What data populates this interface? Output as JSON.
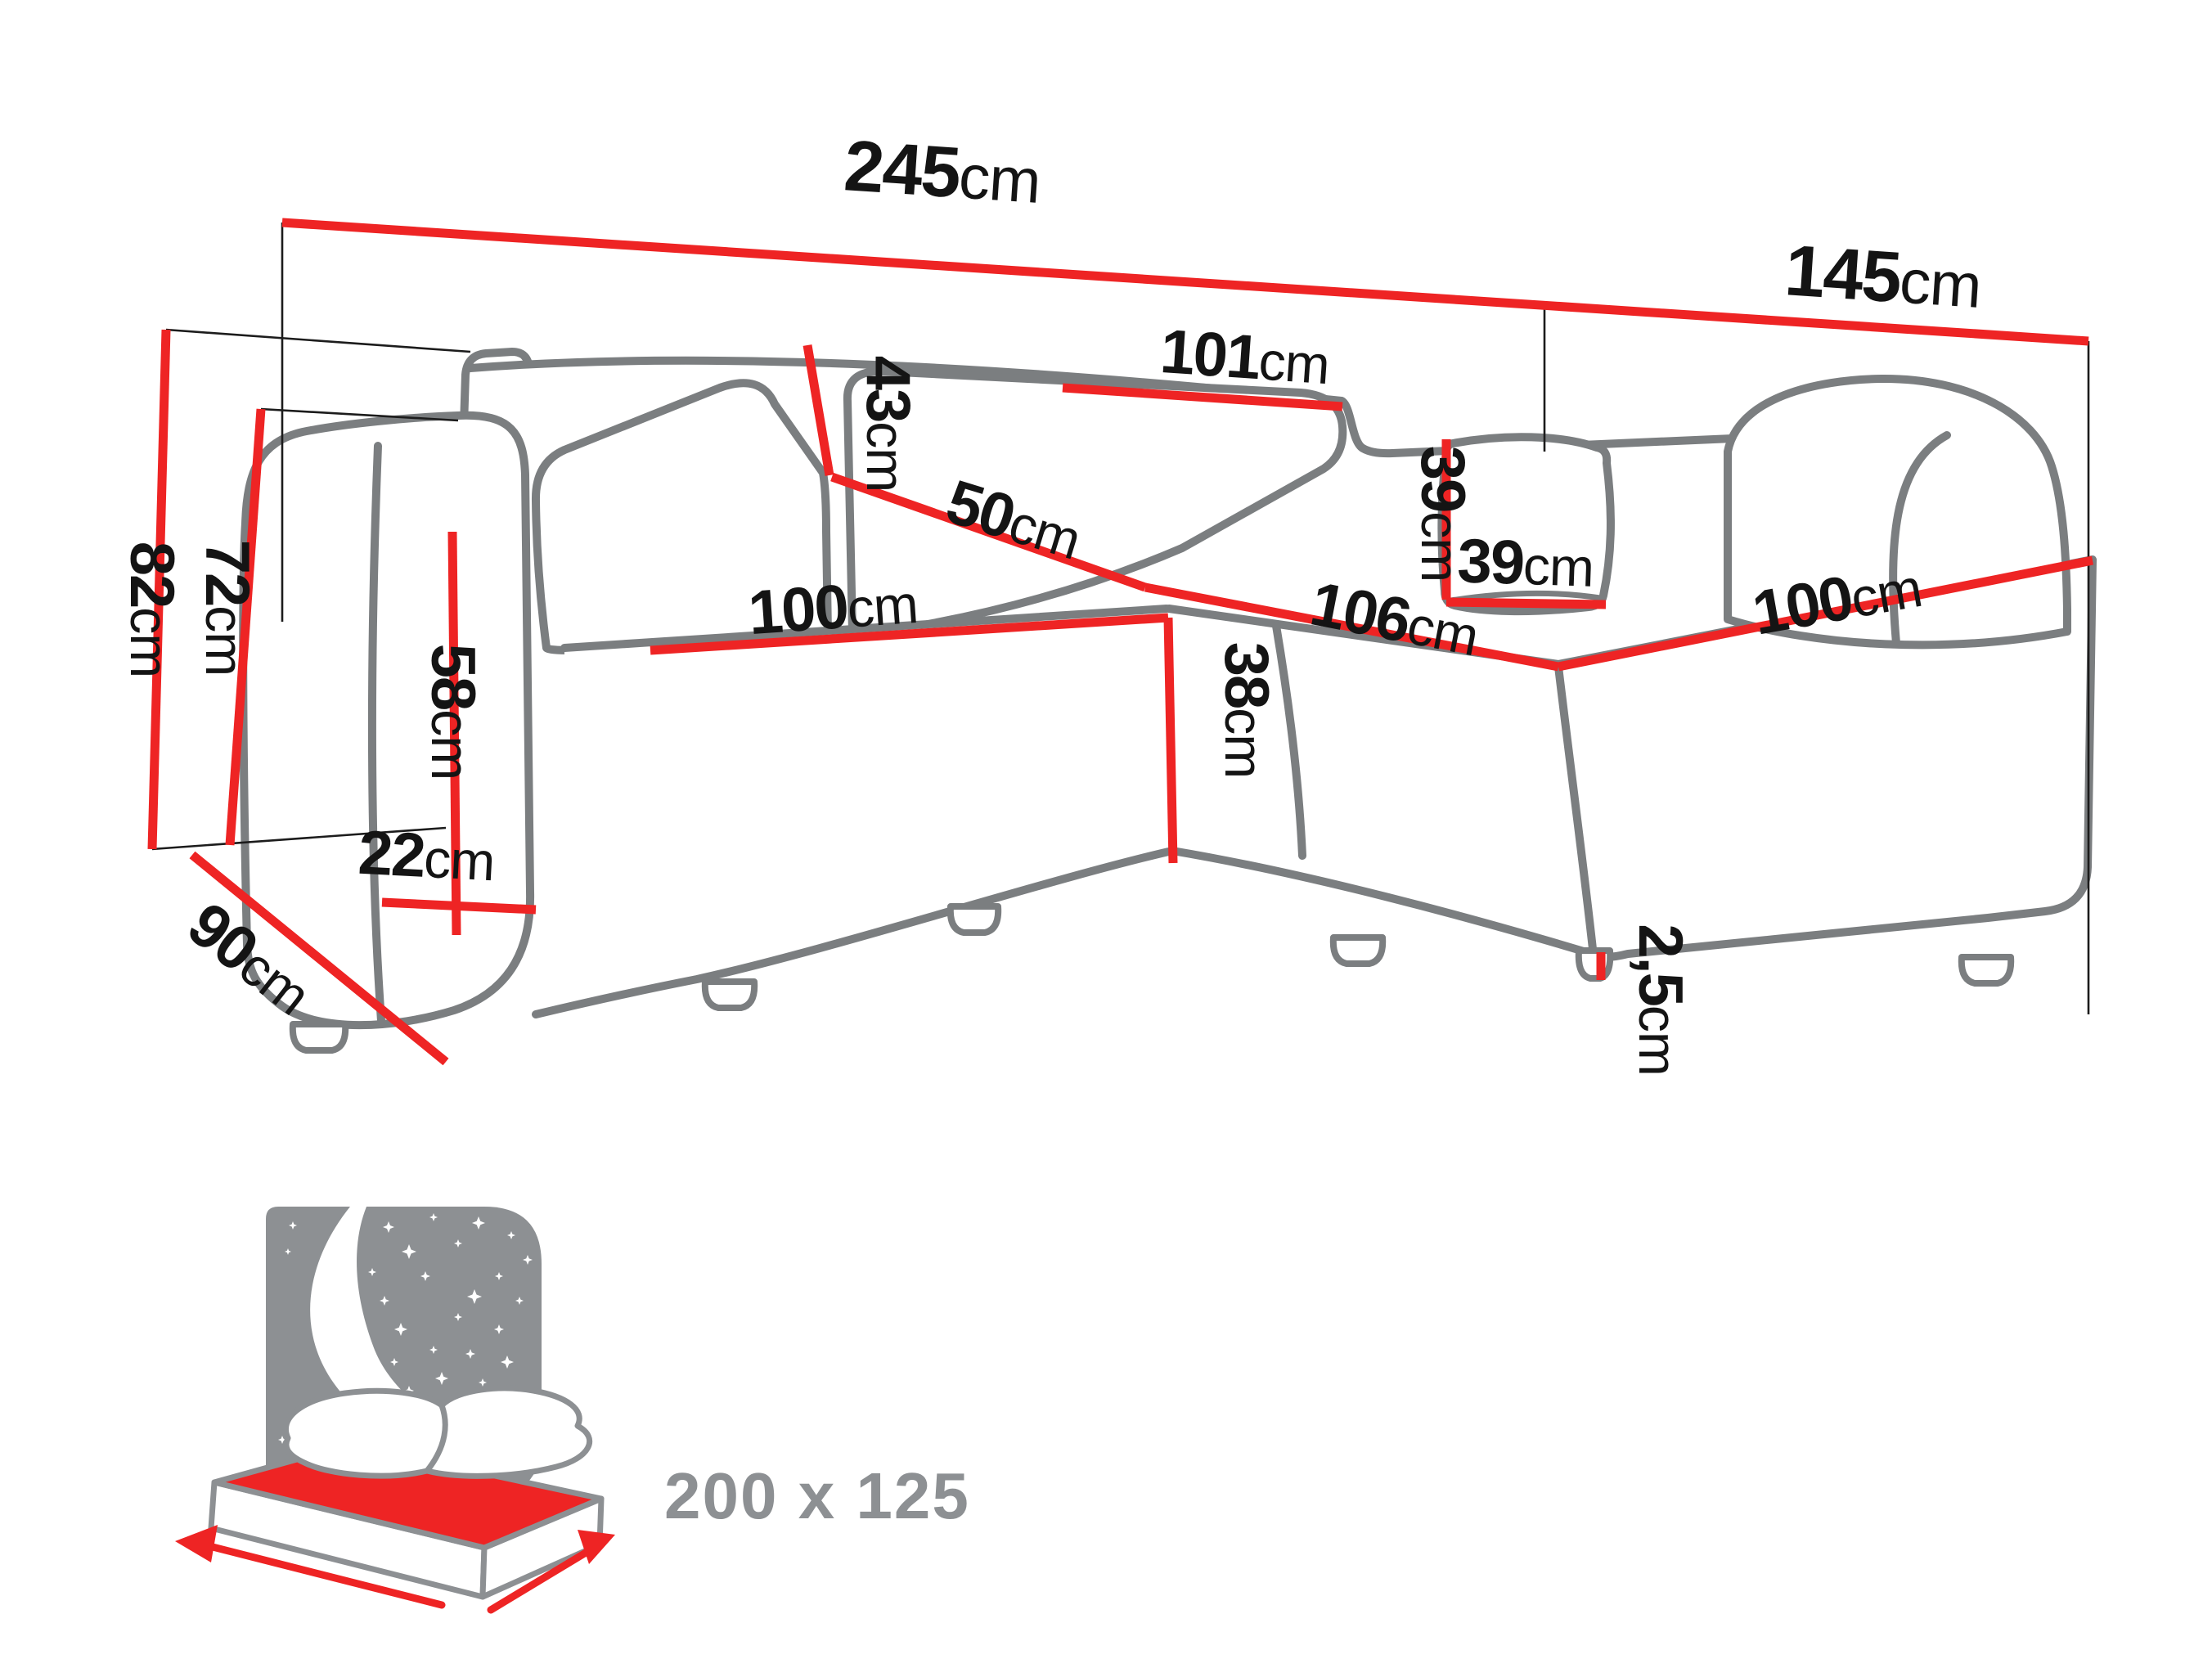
{
  "title": "Corner sofa with sleeping function - dimension diagram",
  "colors": {
    "dimension_line_red": "#ee2424",
    "sofa_outline_grey": "#7b7e80",
    "label_black": "#141414",
    "icon_grey": "#8d9093",
    "background": "#ffffff"
  },
  "dimensions": {
    "total_width": {
      "num": "245",
      "unit": "cm"
    },
    "total_depth": {
      "num": "145",
      "unit": "cm"
    },
    "back_section_width": {
      "num": "101",
      "unit": "cm"
    },
    "backrest_cushion_height": {
      "num": "43",
      "unit": "cm"
    },
    "corner_seat_depth": {
      "num": "50",
      "unit": "cm"
    },
    "seat_front_width": {
      "num": "100",
      "unit": "cm"
    },
    "chaise_length": {
      "num": "106",
      "unit": "cm"
    },
    "chaise_front_width": {
      "num": "100",
      "unit": "cm"
    },
    "pillow_height": {
      "num": "39",
      "unit": "cm"
    },
    "pillow_width": {
      "num": "39",
      "unit": "cm"
    },
    "seat_height": {
      "num": "38",
      "unit": "cm"
    },
    "total_height": {
      "num": "82",
      "unit": "cm"
    },
    "backrest_height": {
      "num": "72",
      "unit": "cm"
    },
    "armrest_height": {
      "num": "58",
      "unit": "cm"
    },
    "armrest_width": {
      "num": "22",
      "unit": "cm"
    },
    "side_depth": {
      "num": "90",
      "unit": "cm"
    },
    "leg_height": {
      "num": "2,5",
      "unit": "cm"
    }
  },
  "sleeping_area": {
    "label": "200 x 125"
  }
}
